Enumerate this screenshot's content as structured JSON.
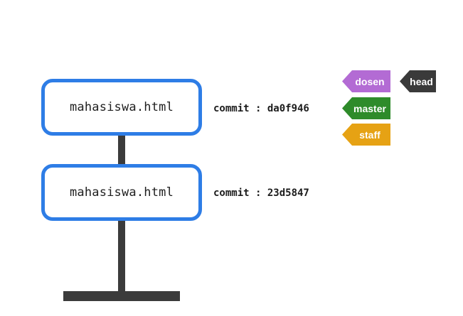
{
  "commits": [
    {
      "file": "mahasiswa.html",
      "label": "commit : da0f946"
    },
    {
      "file": "mahasiswa.html",
      "label": "commit : 23d5847"
    }
  ],
  "tags": {
    "dosen": {
      "label": "dosen",
      "color": "#b36bd4"
    },
    "master": {
      "label": "master",
      "color": "#2e8b2a"
    },
    "staff": {
      "label": "staff",
      "color": "#e6a214"
    },
    "head": {
      "label": "head",
      "color": "#3a3a3a"
    }
  },
  "colors": {
    "box_border": "#2e7de6",
    "trunk": "#3b3b3b"
  }
}
